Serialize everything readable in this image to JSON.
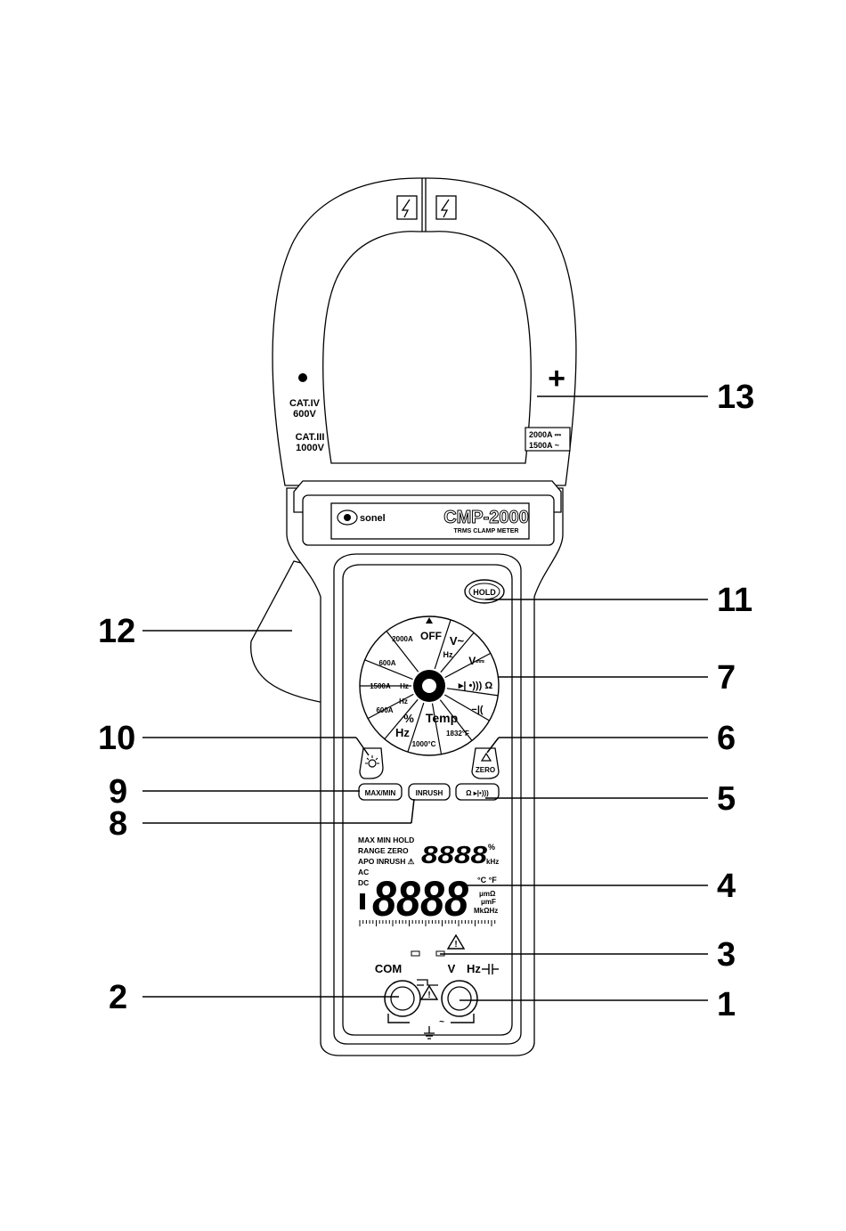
{
  "device": {
    "model": "CMP-2000",
    "subtitle": "TRMS CLAMP METER",
    "brand": "sonel"
  },
  "jaw": {
    "cat_iv": "CAT.IV",
    "cat_iv_volt": "600V",
    "cat_iii": "CAT.III",
    "cat_iii_volt": "1000V",
    "current_dc": "2000A ⎓",
    "current_ac": "1500A ~",
    "plus": "+"
  },
  "buttons": {
    "hold": "HOLD",
    "maxmin": "MAX/MIN",
    "inrush": "INRUSH",
    "ohm_mode": "Ω ▸|•)))",
    "zero": "ZERO"
  },
  "dial": {
    "off": "OFF",
    "v_ac": "V~",
    "hz_top": "Hz",
    "v_dc": "V⎓",
    "ohm": "▸| •))) Ω",
    "cap": "−|(",
    "temp": "Temp",
    "temp_f": "1832°F",
    "temp_c": "1000°C",
    "hz_bottom": "Hz",
    "percent": "%",
    "a600ac": "600A",
    "hz_left": "Hz",
    "a1500": "1500A",
    "hz_mid": "Hz",
    "a600dc": "600A",
    "a2000": "2000A"
  },
  "lcd": {
    "row1": "MAX MIN HOLD",
    "row2": "RANGE ZERO",
    "row3": "APO INRUSH ⚠",
    "ac": "AC",
    "dc": "DC",
    "small_digits": "8888",
    "main_digits": "8888",
    "percent": "%",
    "khz": "kHz",
    "units_deg": "°C °F",
    "units1": "μmΩ",
    "units2": "μmF",
    "units3": "MkΩHz"
  },
  "terminals": {
    "com": "COM",
    "v": "V",
    "hz": "Hz"
  },
  "callouts": [
    {
      "n": "13"
    },
    {
      "n": "11"
    },
    {
      "n": "12"
    },
    {
      "n": "7"
    },
    {
      "n": "10"
    },
    {
      "n": "6"
    },
    {
      "n": "9"
    },
    {
      "n": "5"
    },
    {
      "n": "8"
    },
    {
      "n": "4"
    },
    {
      "n": "3"
    },
    {
      "n": "2"
    },
    {
      "n": "1"
    }
  ]
}
